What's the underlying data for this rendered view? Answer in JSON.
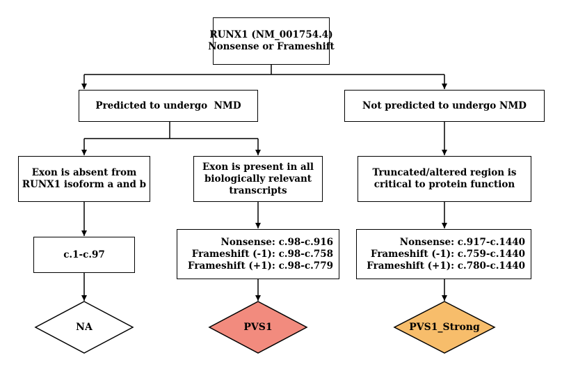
{
  "root": {
    "line1": "RUNX1 (NM_001754.4)",
    "line2": "Nonsense or Frameshift"
  },
  "left_branch": {
    "label": "Predicted to undergo  NMD"
  },
  "right_branch": {
    "label": "Not predicted to undergo NMD"
  },
  "exon_absent": {
    "line1": "Exon is absent from",
    "line2": "RUNX1 isoform a and b"
  },
  "exon_present": {
    "line1": "Exon is present in all",
    "line2": "biologically relevant",
    "line3": "transcripts"
  },
  "truncated": {
    "line1": "Truncated/altered region is",
    "line2": "critical to protein function"
  },
  "range_absent": {
    "text": "c.1-c.97"
  },
  "range_present": {
    "nonsense": "Nonsense: c.98-c.916",
    "frameshift_minus": "Frameshift (-1): c.98-c.758",
    "frameshift_plus": "Frameshift (+1): c.98-c.779"
  },
  "range_truncated": {
    "nonsense": "Nonsense: c.917-c.1440",
    "frameshift_minus": "Frameshift (-1): c.759-c.1440",
    "frameshift_plus": "Frameshift (+1): c.780-c.1440"
  },
  "outcomes": {
    "na": {
      "label": "NA",
      "color": "#ffffff"
    },
    "pvs1": {
      "label": "PVS1",
      "color": "#f28b7e"
    },
    "pvs1_strong": {
      "label": "PVS1_Strong",
      "color": "#f7bd6b"
    }
  }
}
